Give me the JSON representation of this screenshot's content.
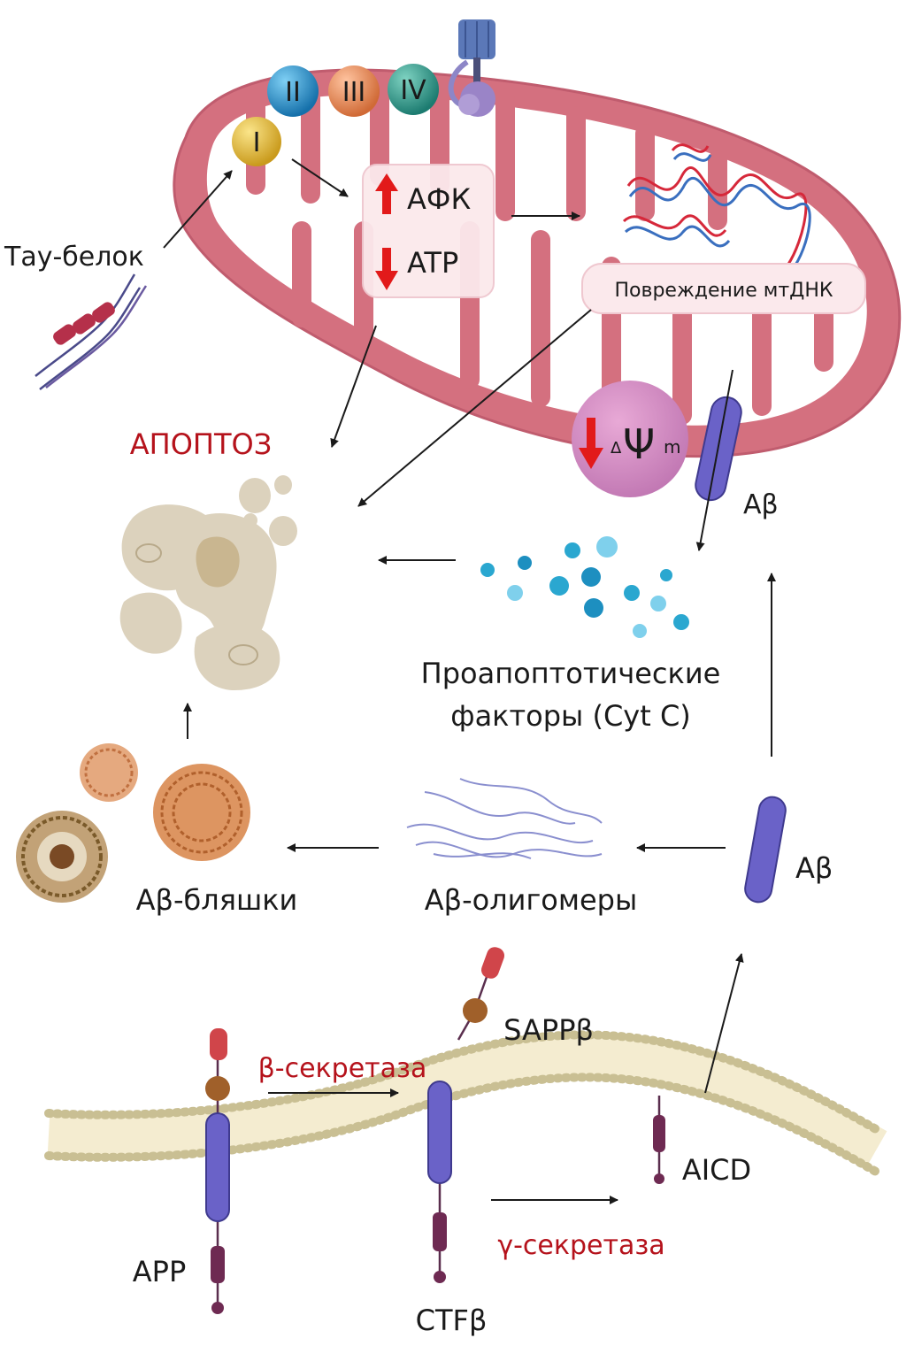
{
  "mito": {
    "complexes": [
      "I",
      "II",
      "III",
      "IV"
    ],
    "ros_label": "АФК",
    "atp_label": "ATP",
    "mtdna_label": "Повреждение мтДНК",
    "psi_delta": "Δ",
    "psi_symbol": "Ψ",
    "psi_sub": "m"
  },
  "labels": {
    "tau": "Тау-белок",
    "apoptosis": "АПОПТОЗ",
    "abeta_mito": "Aβ",
    "proapoptotic_line1": "Проапоптотические",
    "proapoptotic_line2": "факторы (Cyt C)",
    "abeta_monomer": "Aβ",
    "oligomers": "Aβ-олигомеры",
    "plaques": "Aβ-бляшки",
    "sappb": "SAPPβ",
    "beta_secretase": "β-секретаза",
    "gamma_secretase": "γ-секретаза",
    "app": "APP",
    "ctfb": "CTFβ",
    "aicd": "AICD"
  },
  "colors": {
    "mito_outer": "#d4707f",
    "mito_matrix": "#ffffff",
    "accent_red": "#b5121b",
    "abeta": "#6a62c8",
    "complex_I": "#e2b83a",
    "complex_II": "#1f8fc9",
    "complex_III": "#e98d5a",
    "complex_IV": "#2a9a8a",
    "cytc": "#2aa7d0"
  }
}
